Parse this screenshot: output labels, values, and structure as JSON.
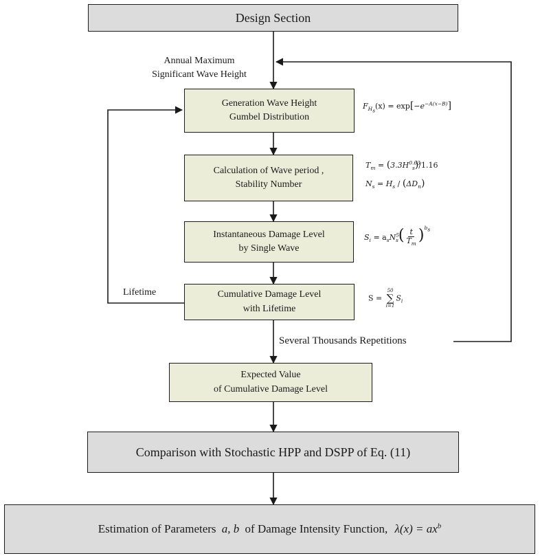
{
  "boxes": {
    "design_section": "Design Section",
    "generation": [
      "Generation Wave Height",
      "Gumbel Distribution"
    ],
    "calculation": [
      "Calculation of Wave period ,",
      "Stability Number"
    ],
    "instantaneous": [
      "Instantaneous Damage Level",
      "by Single Wave"
    ],
    "cumulative": [
      "Cumulative Damage Level",
      "with Lifetime"
    ],
    "expected": [
      "Expected Value",
      "of Cumulative Damage Level"
    ],
    "comparison": "Comparison with Stochastic HPP and DSPP of Eq. (11)",
    "estimation": {
      "prefix": "Estimation of Parameters",
      "params": "a, b",
      "middle": "of Damage Intensity Function,",
      "formula_lhs": "λ(x) = ax",
      "formula_exp": "b"
    }
  },
  "labels": {
    "annual_max": [
      "Annual Maximum",
      "Significant Wave Height"
    ],
    "lifetime": "Lifetime",
    "repetitions": "Several Thousands  Repetitions"
  },
  "formulas": {
    "gumbel": {
      "lhs": "F",
      "sub": "H",
      "subsub": "s",
      "arg": "(x) = exp",
      "bracket_open": "[",
      "body": "−e",
      "exp": "−A(x−B)",
      "bracket_close": "]"
    },
    "period": {
      "lhs": "T",
      "sub": "m",
      "eq": " = ",
      "open": "(",
      "coef": "3.3H",
      "coef_sub": "s",
      "coef_sup": "0.63",
      "close": ")",
      "div": "/1.16"
    },
    "stability": {
      "lhs": "N",
      "sub": "s",
      "eq": " = H",
      "h_sub": "s",
      "div": " / ",
      "open": "(",
      "delta": "ΔD",
      "d_sub": "n",
      "close": ")"
    },
    "damage": {
      "lhs": "S",
      "sub": "i",
      "eq": " = a",
      "a_sub": "s",
      "n": "N",
      "n_sub": "s",
      "n_sup": "5",
      "frac_num": "t",
      "frac_den": "T",
      "den_sub": "m",
      "outer_sup": "b",
      "outer_sub": "s"
    },
    "sum": {
      "lhs": "S = ",
      "upper": "50",
      "lower": "i=1",
      "term": "S",
      "term_sub": "i"
    }
  },
  "colors": {
    "gray_box": "#dcdcdc",
    "cream_box": "#ecedd9",
    "stroke": "#1a1a1a"
  }
}
